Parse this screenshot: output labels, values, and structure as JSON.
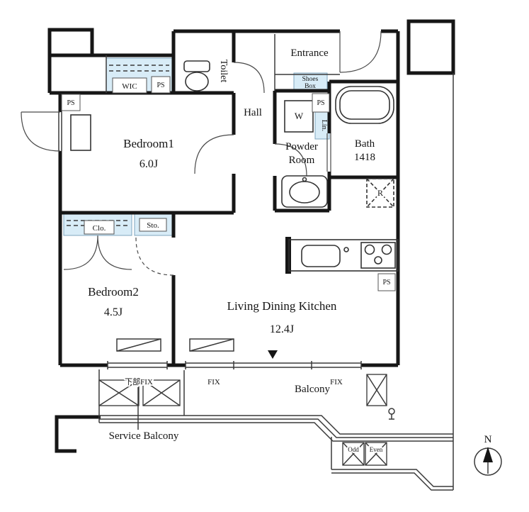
{
  "labels": {
    "rooms": {
      "bedroom1": {
        "name": "Bedroom1",
        "size": "6.0J"
      },
      "bedroom2": {
        "name": "Bedroom2",
        "size": "4.5J"
      },
      "ldk": {
        "name": "Living Dining Kitchen",
        "size": "12.4J"
      },
      "hall": "Hall",
      "toilet": "Toilet",
      "entrance": "Entrance",
      "powder_line1": "Powder",
      "powder_line2": "Room",
      "bath_line1": "Bath",
      "bath_line2": "1418"
    },
    "storage": {
      "wic": "WIC",
      "closet": "Clo.",
      "storage": "Sto.",
      "shoes_line1": "Shoes",
      "shoes_line2": "Box",
      "linen": "Lin."
    },
    "fixtures": {
      "washer": "W",
      "refrigerator": "R"
    },
    "shafts": {
      "ps1": "PS",
      "ps2": "PS",
      "ps3": "PS",
      "ps4": "PS"
    },
    "outdoor": {
      "balcony": "Balcony",
      "service_balcony": "Service Balcony",
      "fix_left": "FIX",
      "fix_right": "FIX",
      "lower_fix": "下部FIX",
      "odd": "Odd",
      "even": "Even"
    },
    "compass": {
      "north": "N"
    }
  },
  "colors": {
    "storage_fill": "#d8ecf7",
    "wall": "#161616"
  }
}
